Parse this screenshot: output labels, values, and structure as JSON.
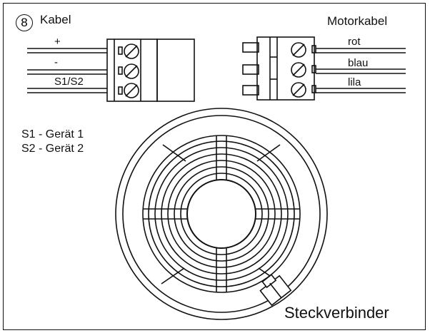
{
  "step_number": "8",
  "left_connector": {
    "title": "Kabel",
    "wires": [
      "+",
      "-",
      "S1/S2"
    ]
  },
  "right_connector": {
    "title": "Motorkabel",
    "wires": [
      "rot",
      "blau",
      "lila"
    ]
  },
  "legend": [
    "S1 - Gerät 1",
    "S2 - Gerät 2"
  ],
  "connector_label": "Steckverbinder"
}
